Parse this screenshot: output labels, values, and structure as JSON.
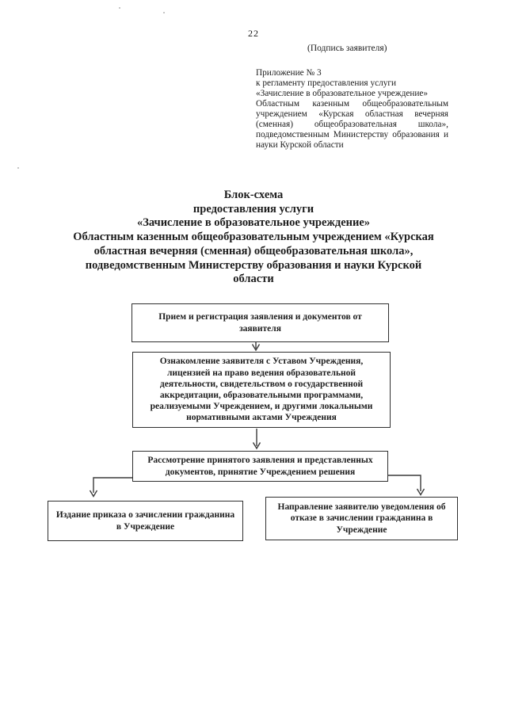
{
  "page": {
    "number": "22",
    "signature_caption": "(Подпись заявителя)"
  },
  "appendix": {
    "lines": [
      "Приложение № 3",
      "к регламенту предоставления услуги",
      "«Зачисление в образовательное учреждение»",
      "Областным казенным общеобразовательным",
      "учреждением «Курская областная вечерняя",
      "(сменная) общеобразовательная школа»,",
      "подведомственным Министерству образования и",
      "науки Курской области"
    ]
  },
  "title": {
    "lines": [
      "Блок-схема",
      "предоставления услуги",
      "«Зачисление в образовательное учреждение»",
      "Областным казенным общеобразовательным учреждением «Курская",
      "областная вечерняя (сменная) общеобразовательная школа»,",
      "подведомственным Министерству образования и науки Курской",
      "области"
    ]
  },
  "flowchart": {
    "boxes": [
      {
        "id": "reception",
        "text": "Прием и регистрация заявления и документов от заявителя"
      },
      {
        "id": "familiarization",
        "text": "Ознакомление заявителя с Уставом Учреждения, лицензией на право ведения образовательной деятельности, свидетельством о государственной аккредитации, образовательными программами, реализуемыми Учреждением, и другими локальными нормативными актами Учреждения"
      },
      {
        "id": "review-decision",
        "text": "Рассмотрение принятого заявления и представленных документов, принятие Учреждением решения"
      },
      {
        "id": "enrollment-order",
        "text": "Издание приказа о зачислении гражданина в Учреждение"
      },
      {
        "id": "refusal-notice",
        "text": "Направление заявителю уведомления об отказе в зачислении гражданина в Учреждение"
      }
    ]
  },
  "colors": {
    "paper": "#ffffff",
    "ink": "#1c1c1c",
    "box_border": "#2f2f2f"
  }
}
